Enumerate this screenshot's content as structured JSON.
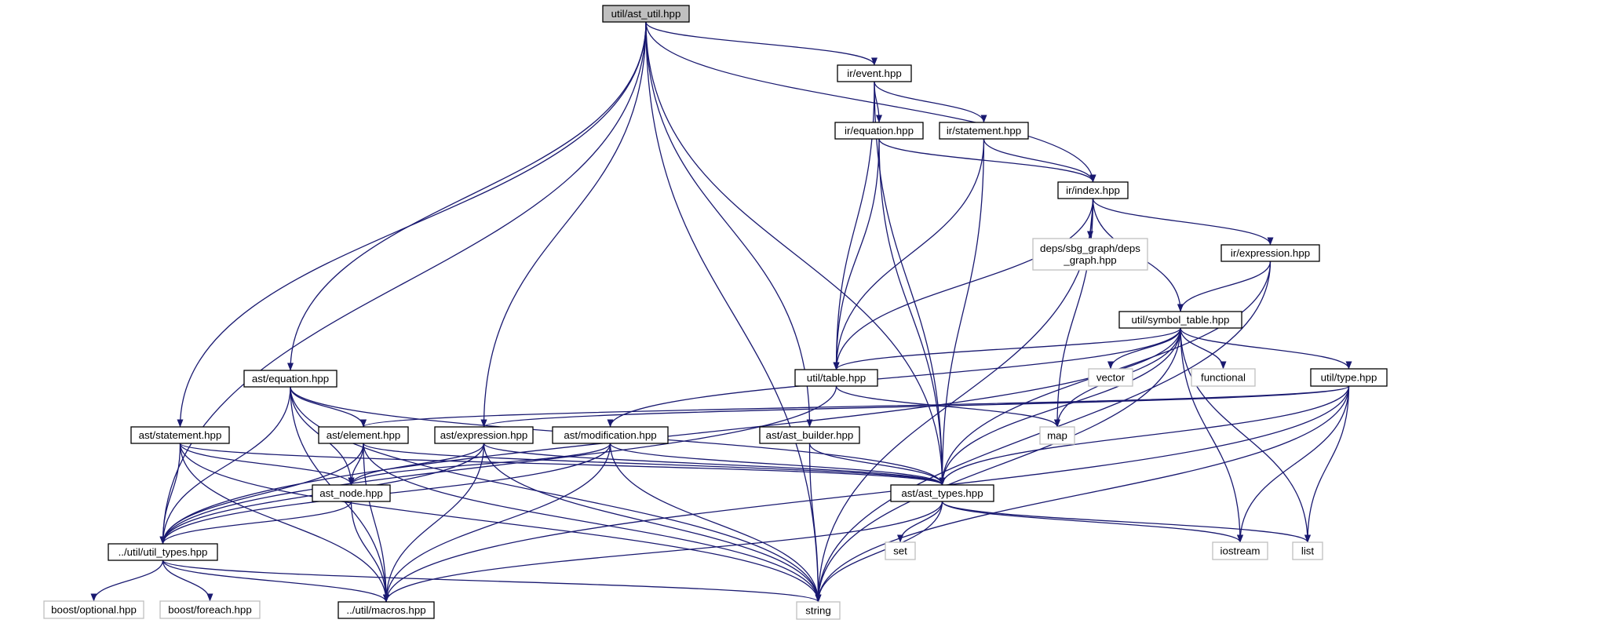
{
  "title": "util/ast_util.hpp",
  "colors": {
    "edge": "#191970",
    "node_border": "#000000",
    "system_border": "#bfbfbf",
    "root_fill": "#bfbfbf",
    "fill": "#ffffff",
    "text": "#000000"
  },
  "nodes": [
    {
      "id": "ast_util",
      "label": "util/ast_util.hpp",
      "kind": "root"
    },
    {
      "id": "ir_event",
      "label": "ir/event.hpp",
      "kind": "file"
    },
    {
      "id": "ir_equation",
      "label": "ir/equation.hpp",
      "kind": "file"
    },
    {
      "id": "ir_statement",
      "label": "ir/statement.hpp",
      "kind": "file"
    },
    {
      "id": "ir_index",
      "label": "ir/index.hpp",
      "kind": "file"
    },
    {
      "id": "deps_graph",
      "label": [
        "deps/sbg_graph/deps",
        "_graph.hpp"
      ],
      "kind": "system"
    },
    {
      "id": "ir_expression",
      "label": "ir/expression.hpp",
      "kind": "file"
    },
    {
      "id": "symbol_table",
      "label": "util/symbol_table.hpp",
      "kind": "file"
    },
    {
      "id": "table",
      "label": "util/table.hpp",
      "kind": "file"
    },
    {
      "id": "vector",
      "label": "vector",
      "kind": "system"
    },
    {
      "id": "functional",
      "label": "functional",
      "kind": "system"
    },
    {
      "id": "type",
      "label": "util/type.hpp",
      "kind": "file"
    },
    {
      "id": "ast_equation",
      "label": "ast/equation.hpp",
      "kind": "file"
    },
    {
      "id": "ast_statement",
      "label": "ast/statement.hpp",
      "kind": "file"
    },
    {
      "id": "ast_element",
      "label": "ast/element.hpp",
      "kind": "file"
    },
    {
      "id": "ast_expression",
      "label": "ast/expression.hpp",
      "kind": "file"
    },
    {
      "id": "ast_modification",
      "label": "ast/modification.hpp",
      "kind": "file"
    },
    {
      "id": "ast_builder",
      "label": "ast/ast_builder.hpp",
      "kind": "file"
    },
    {
      "id": "map",
      "label": "map",
      "kind": "system"
    },
    {
      "id": "ast_node",
      "label": "ast_node.hpp",
      "kind": "file"
    },
    {
      "id": "ast_types",
      "label": "ast/ast_types.hpp",
      "kind": "file"
    },
    {
      "id": "util_types",
      "label": "../util/util_types.hpp",
      "kind": "file"
    },
    {
      "id": "set",
      "label": "set",
      "kind": "system"
    },
    {
      "id": "iostream",
      "label": "iostream",
      "kind": "system"
    },
    {
      "id": "list",
      "label": "list",
      "kind": "system"
    },
    {
      "id": "boost_optional",
      "label": "boost/optional.hpp",
      "kind": "system"
    },
    {
      "id": "boost_foreach",
      "label": "boost/foreach.hpp",
      "kind": "system"
    },
    {
      "id": "macros",
      "label": "../util/macros.hpp",
      "kind": "file"
    },
    {
      "id": "string",
      "label": "string",
      "kind": "system"
    }
  ],
  "edges": [
    [
      "ast_util",
      "ir_event"
    ],
    [
      "ast_util",
      "ir_index"
    ],
    [
      "ast_util",
      "ast_equation"
    ],
    [
      "ast_util",
      "util_types"
    ],
    [
      "ast_util",
      "ast_statement"
    ],
    [
      "ast_util",
      "ast_expression"
    ],
    [
      "ast_util",
      "string"
    ],
    [
      "ast_util",
      "ast_builder"
    ],
    [
      "ast_util",
      "ast_types"
    ],
    [
      "ir_event",
      "ir_equation"
    ],
    [
      "ir_event",
      "ir_statement"
    ],
    [
      "ir_event",
      "table"
    ],
    [
      "ir_event",
      "ast_types"
    ],
    [
      "ir_equation",
      "ir_index"
    ],
    [
      "ir_equation",
      "table"
    ],
    [
      "ir_equation",
      "ast_types"
    ],
    [
      "ir_statement",
      "ir_index"
    ],
    [
      "ir_statement",
      "table"
    ],
    [
      "ir_statement",
      "ast_types"
    ],
    [
      "ir_index",
      "deps_graph"
    ],
    [
      "ir_index",
      "ir_expression"
    ],
    [
      "ir_index",
      "symbol_table"
    ],
    [
      "ir_index",
      "table"
    ],
    [
      "ir_index",
      "map"
    ],
    [
      "ir_index",
      "string"
    ],
    [
      "ir_expression",
      "symbol_table"
    ],
    [
      "ir_expression",
      "ast_types"
    ],
    [
      "ir_expression",
      "string"
    ],
    [
      "symbol_table",
      "table"
    ],
    [
      "symbol_table",
      "vector"
    ],
    [
      "symbol_table",
      "functional"
    ],
    [
      "symbol_table",
      "type"
    ],
    [
      "symbol_table",
      "map"
    ],
    [
      "symbol_table",
      "ast_types"
    ],
    [
      "symbol_table",
      "util_types"
    ],
    [
      "symbol_table",
      "ast_modification"
    ],
    [
      "symbol_table",
      "list"
    ],
    [
      "symbol_table",
      "iostream"
    ],
    [
      "symbol_table",
      "string"
    ],
    [
      "table",
      "map"
    ],
    [
      "table",
      "util_types"
    ],
    [
      "type",
      "ast_element"
    ],
    [
      "type",
      "ast_expression"
    ],
    [
      "type",
      "ast_types"
    ],
    [
      "type",
      "iostream"
    ],
    [
      "type",
      "list"
    ],
    [
      "type",
      "string"
    ],
    [
      "type",
      "macros"
    ],
    [
      "ast_equation",
      "ast_element"
    ],
    [
      "ast_equation",
      "ast_node"
    ],
    [
      "ast_equation",
      "util_types"
    ],
    [
      "ast_equation",
      "macros"
    ],
    [
      "ast_equation",
      "string"
    ],
    [
      "ast_equation",
      "ast_types"
    ],
    [
      "ast_statement",
      "ast_node"
    ],
    [
      "ast_statement",
      "util_types"
    ],
    [
      "ast_statement",
      "macros"
    ],
    [
      "ast_statement",
      "string"
    ],
    [
      "ast_statement",
      "ast_types"
    ],
    [
      "ast_element",
      "ast_node"
    ],
    [
      "ast_element",
      "util_types"
    ],
    [
      "ast_element",
      "macros"
    ],
    [
      "ast_element",
      "string"
    ],
    [
      "ast_element",
      "ast_types"
    ],
    [
      "ast_expression",
      "ast_node"
    ],
    [
      "ast_expression",
      "util_types"
    ],
    [
      "ast_expression",
      "macros"
    ],
    [
      "ast_expression",
      "string"
    ],
    [
      "ast_expression",
      "ast_types"
    ],
    [
      "ast_modification",
      "ast_node"
    ],
    [
      "ast_modification",
      "util_types"
    ],
    [
      "ast_modification",
      "macros"
    ],
    [
      "ast_modification",
      "string"
    ],
    [
      "ast_modification",
      "ast_types"
    ],
    [
      "ast_builder",
      "ast_types"
    ],
    [
      "ast_builder",
      "string"
    ],
    [
      "ast_node",
      "util_types"
    ],
    [
      "ast_node",
      "macros"
    ],
    [
      "ast_types",
      "set"
    ],
    [
      "ast_types",
      "iostream"
    ],
    [
      "ast_types",
      "list"
    ],
    [
      "ast_types",
      "string"
    ],
    [
      "ast_types",
      "macros"
    ],
    [
      "util_types",
      "boost_optional"
    ],
    [
      "util_types",
      "boost_foreach"
    ],
    [
      "util_types",
      "macros"
    ],
    [
      "util_types",
      "string"
    ]
  ]
}
